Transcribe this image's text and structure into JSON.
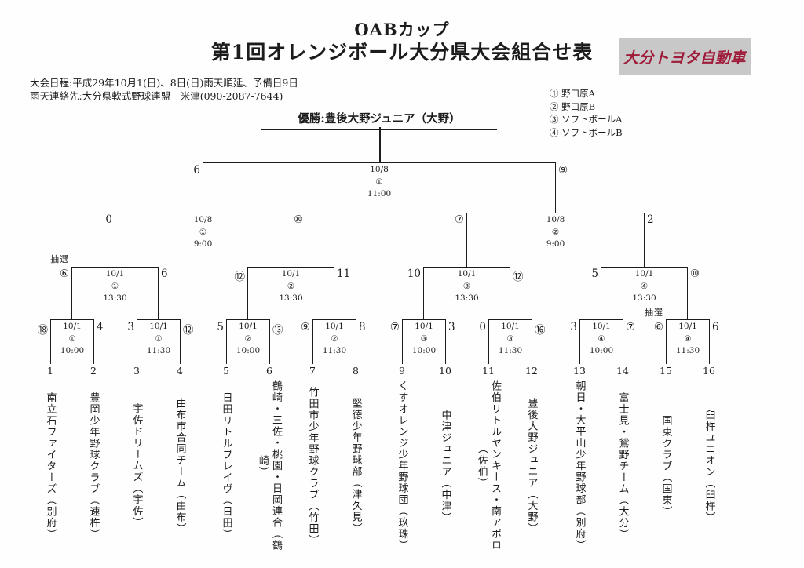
{
  "header": {
    "title_line1": "OABカップ",
    "title_line2": "第1回オレンジボール大分県大会組合せ表",
    "schedule": "大会日程:平成29年10月1(日)、8日(日)雨天順延、予備日9日",
    "contact": "雨天連絡先:大分県軟式野球連盟　米津(090-2087-7644)",
    "champion": "優勝:豊後大野ジュニア（大野）",
    "sponsor": "大分トヨタ自動車",
    "sponsor_bg": "#c8c8c8",
    "sponsor_color": "#9e1b3a"
  },
  "legend": [
    {
      "text": "① 野口原A"
    },
    {
      "text": "② 野口原B"
    },
    {
      "text": "③ ソフトボールA"
    },
    {
      "text": "④ ソフトボールB"
    }
  ],
  "bracket": {
    "final": {
      "date": "10/8",
      "venue": "①",
      "time": "11:00",
      "score_left": "6",
      "score_right": "⑨"
    },
    "semifinals": [
      {
        "date": "10/8",
        "venue": "①",
        "time": "9:00",
        "score_left": "0",
        "score_right": "⑩"
      },
      {
        "date": "10/8",
        "venue": "②",
        "time": "9:00",
        "score_left": "⑦",
        "score_right": "2"
      }
    ],
    "quarterfinals": [
      {
        "date": "10/1",
        "venue": "①",
        "time": "13:30",
        "score_left": "⑥",
        "score_right": "6",
        "note_left": "抽選"
      },
      {
        "date": "10/1",
        "venue": "②",
        "time": "13:30",
        "score_left": "⑫",
        "score_right": "11"
      },
      {
        "date": "10/1",
        "venue": "③",
        "time": "13:30",
        "score_left": "10",
        "score_right": "⑫"
      },
      {
        "date": "10/1",
        "venue": "④",
        "time": "13:30",
        "score_left": "5",
        "score_right": "⑩"
      }
    ],
    "round1": [
      {
        "date": "10/1",
        "venue": "①",
        "time": "10:00",
        "score_left": "⑱",
        "score_right": "4"
      },
      {
        "date": "10/1",
        "venue": "①",
        "time": "11:30",
        "score_left": "3",
        "score_right": "⑫"
      },
      {
        "date": "10/1",
        "venue": "②",
        "time": "10:00",
        "score_left": "5",
        "score_right": "⑬"
      },
      {
        "date": "10/1",
        "venue": "②",
        "time": "11:30",
        "score_left": "⑨",
        "score_right": "8"
      },
      {
        "date": "10/1",
        "venue": "③",
        "time": "10:00",
        "score_left": "⑦",
        "score_right": "3"
      },
      {
        "date": "10/1",
        "venue": "③",
        "time": "11:30",
        "score_left": "0",
        "score_right": "⑯"
      },
      {
        "date": "10/1",
        "venue": "④",
        "time": "10:00",
        "score_left": "3",
        "score_right": "⑦"
      },
      {
        "date": "10/1",
        "venue": "④",
        "time": "11:30",
        "score_left": "⑥",
        "score_right": "6",
        "note_left": "抽選"
      }
    ]
  },
  "teams": [
    {
      "num": "1",
      "name": "南立石ファイターズ（別府）"
    },
    {
      "num": "2",
      "name": "豊岡少年野球クラブ（速杵）"
    },
    {
      "num": "3",
      "name": "宇佐ドリームズ（宇佐）"
    },
    {
      "num": "4",
      "name": "由布市合同チーム（由布）"
    },
    {
      "num": "5",
      "name": "日田リトルブレイヴ（日田）"
    },
    {
      "num": "6",
      "name": "鶴崎・三佐・桃園・日岡連合（鶴崎）"
    },
    {
      "num": "7",
      "name": "竹田市少年野球クラブ（竹田）"
    },
    {
      "num": "8",
      "name": "堅徳少年野球部（津久見）"
    },
    {
      "num": "9",
      "name": "くすオレンジ少年野球団（玖珠）"
    },
    {
      "num": "10",
      "name": "中津ジュニア（中津）"
    },
    {
      "num": "11",
      "name": "佐伯リトルヤンキース・南アポロ（佐伯）"
    },
    {
      "num": "12",
      "name": "豊後大野ジュニア（大野）"
    },
    {
      "num": "13",
      "name": "朝日・大平山少年野球部（別府）"
    },
    {
      "num": "14",
      "name": "富士見・鴛野チーム（大分）"
    },
    {
      "num": "15",
      "name": "国東クラブ（国東）"
    },
    {
      "num": "16",
      "name": "臼杵ユニオン（臼杵）"
    }
  ]
}
